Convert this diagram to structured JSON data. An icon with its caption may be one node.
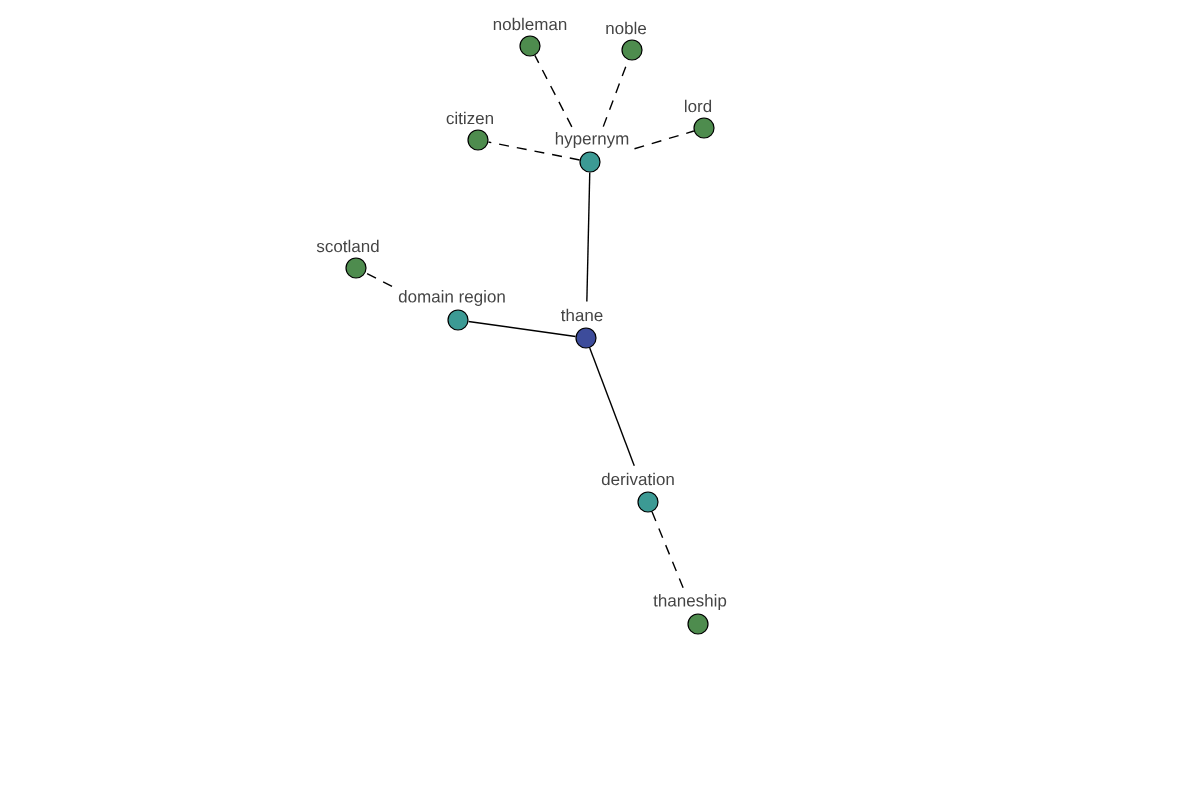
{
  "diagram": {
    "nodes": [
      {
        "text": [
          "nobleman"
        ]
      },
      {
        "text": [
          "noble"
        ]
      },
      {
        "text": [
          "citizen"
        ]
      },
      {
        "text": [
          "lord"
        ]
      },
      {
        "text": [
          "hypernym"
        ]
      },
      {
        "text": [
          "scotland"
        ]
      },
      {
        "text": [
          "domain region"
        ]
      },
      {
        "text": [
          "thane"
        ]
      },
      {
        "text": [
          "derivation"
        ]
      },
      {
        "text": [
          "thaneship"
        ]
      }
    ],
    "edges": [
      {
        "from": 4,
        "to": 0,
        "arrow": "none",
        "style": "dashed"
      },
      {
        "from": 4,
        "to": 1,
        "arrow": "none",
        "style": "dashed"
      },
      {
        "from": 4,
        "to": 2,
        "arrow": "none",
        "style": "dashed"
      },
      {
        "from": 4,
        "to": 3,
        "arrow": "none",
        "style": "dashed"
      },
      {
        "from": 7,
        "to": 4,
        "arrow": "none"
      },
      {
        "from": 6,
        "to": 5,
        "arrow": "none",
        "style": "dashed"
      },
      {
        "from": 7,
        "to": 6,
        "arrow": "none"
      },
      {
        "from": 7,
        "to": 8,
        "arrow": "none"
      },
      {
        "from": 8,
        "to": 9,
        "arrow": "none",
        "style": "dashed"
      }
    ]
  }
}
